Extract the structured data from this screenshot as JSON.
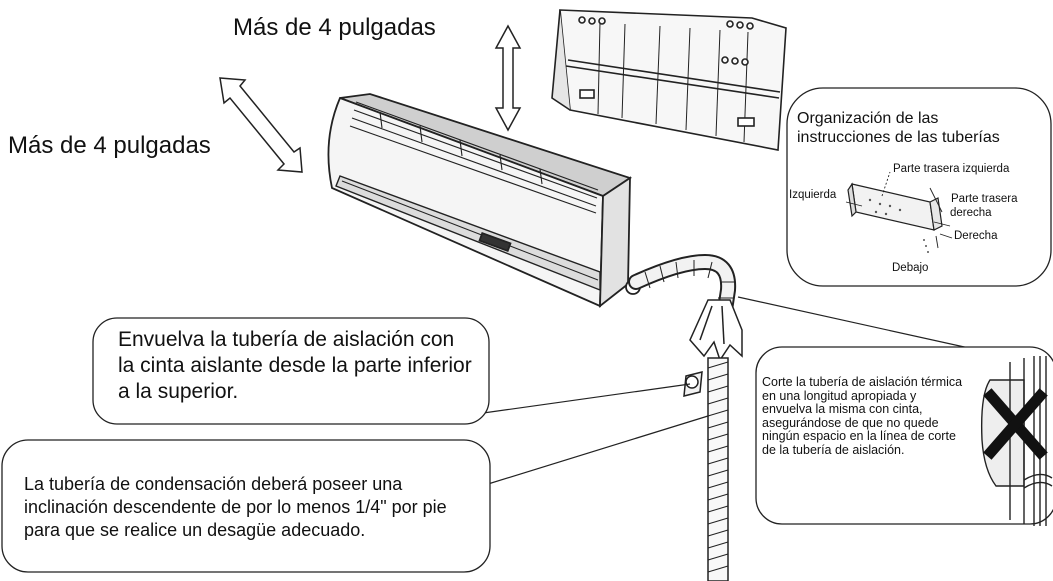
{
  "clearance": {
    "top_label": "Más de 4 pulgadas",
    "side_label": "Más de 4 pulgadas"
  },
  "callouts": {
    "wrap_tape": "Envuelva la tubería de aislación con la cinta aislante desde la parte inferior a la superior.",
    "drain_slope": "La tubería de condensación deberá poseer una inclinación descendente de por lo menos 1/4\" por pie para que se realice un desagüe adecuado."
  },
  "piping_inset": {
    "title_line1": "Organización de las",
    "title_line2": "instrucciones de las tuberías",
    "rear_left": "Parte trasera izquierda",
    "left": "Izquierda",
    "rear_right_line1": "Parte trasera",
    "rear_right_line2": "derecha",
    "right": "Derecha",
    "bottom": "Debajo"
  },
  "cut_inset": {
    "text": "Corte la tubería de aislación térmica en una longitud apropiada y envuelva la misma con cinta, asegurándose de que no quede ningún espacio en la línea de corte de la tubería de aislación.",
    "mark_icon": "x-mark-icon"
  },
  "colors": {
    "line": "#222222",
    "fill_light": "#f4f4f4",
    "fill_mid": "#d9d9d9",
    "mark": "#111111"
  }
}
